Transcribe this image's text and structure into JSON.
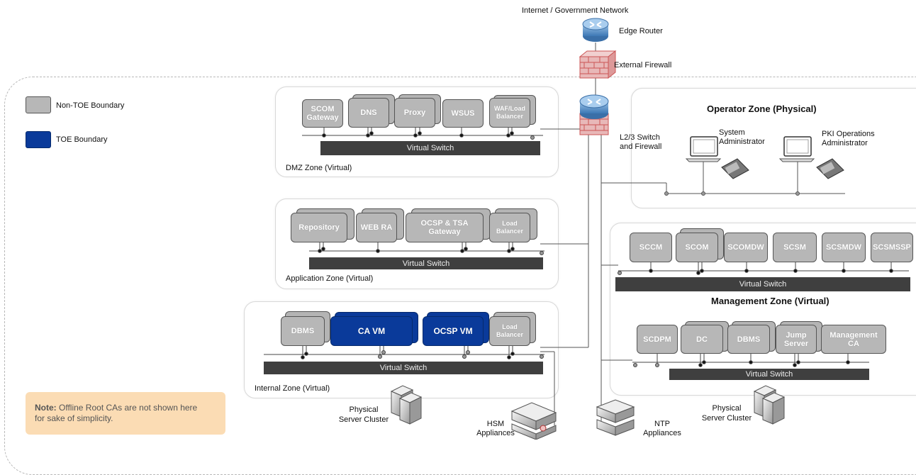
{
  "legend": {
    "non_toe": "Non-TOE Boundary",
    "toe": "TOE Boundary",
    "non_toe_color": "#b7b7b7",
    "toe_color": "#0a3a9a"
  },
  "note": {
    "bold": "Note:",
    "text1": " Offline Root CAs are not shown here",
    "text2": "for sake of simplicity."
  },
  "top": {
    "network": "Internet / Government Network",
    "edge_router": "Edge Router",
    "external_firewall": "External Firewall",
    "l23_switch_line1": "L2/3 Switch",
    "l23_switch_line2": "and Firewall"
  },
  "dmz": {
    "label": "DMZ Zone (Virtual)",
    "switch": "Virtual Switch",
    "nodes": [
      {
        "line1": "SCOM",
        "line2": "Gateway"
      },
      {
        "line1": "DNS",
        "line2": ""
      },
      {
        "line1": "Proxy",
        "line2": ""
      },
      {
        "line1": "WSUS",
        "line2": ""
      },
      {
        "line1": "WAF/Load",
        "line2": "Balancer"
      }
    ]
  },
  "app": {
    "label": "Application Zone (Virtual)",
    "switch": "Virtual Switch",
    "nodes": [
      {
        "line1": "Repository",
        "line2": ""
      },
      {
        "line1": "WEB RA",
        "line2": ""
      },
      {
        "line1": "OCSP & TSA",
        "line2": "Gateway"
      },
      {
        "line1": "Load",
        "line2": "Balancer"
      }
    ]
  },
  "internal": {
    "label": "Internal Zone (Virtual)",
    "switch": "Virtual Switch",
    "nodes": [
      {
        "line1": "DBMS",
        "line2": ""
      },
      {
        "line1": "CA VM",
        "line2": ""
      },
      {
        "line1": "OCSP VM",
        "line2": ""
      },
      {
        "line1": "Load",
        "line2": "Balancer"
      }
    ]
  },
  "operator": {
    "title": "Operator Zone (Physical)",
    "sysadmin_line1": "System",
    "sysadmin_line2": "Administrator",
    "pki_line1": "PKI Operations",
    "pki_line2": "Administrator"
  },
  "management": {
    "title": "Management Zone (Virtual)",
    "switch_top": "Virtual Switch",
    "switch_bottom": "Virtual Switch",
    "top_nodes": [
      {
        "line1": "SCCM",
        "line2": ""
      },
      {
        "line1": "SCOM",
        "line2": ""
      },
      {
        "line1": "SCOMDW",
        "line2": ""
      },
      {
        "line1": "SCSM",
        "line2": ""
      },
      {
        "line1": "SCSMDW",
        "line2": ""
      },
      {
        "line1": "SCSMSSP",
        "line2": ""
      }
    ],
    "bottom_nodes": [
      {
        "line1": "SCDPM",
        "line2": ""
      },
      {
        "line1": "DC",
        "line2": ""
      },
      {
        "line1": "DBMS",
        "line2": ""
      },
      {
        "line1": "Jump",
        "line2": "Server"
      },
      {
        "line1": "Management",
        "line2": "CA"
      }
    ]
  },
  "hardware": {
    "psc_left_line1": "Physical",
    "psc_left_line2": "Server Cluster",
    "psc_right_line1": "Physical",
    "psc_right_line2": "Server Cluster",
    "hsm_line1": "HSM",
    "hsm_line2": "Appliances",
    "ntp_line1": "NTP",
    "ntp_line2": "Appliances"
  }
}
